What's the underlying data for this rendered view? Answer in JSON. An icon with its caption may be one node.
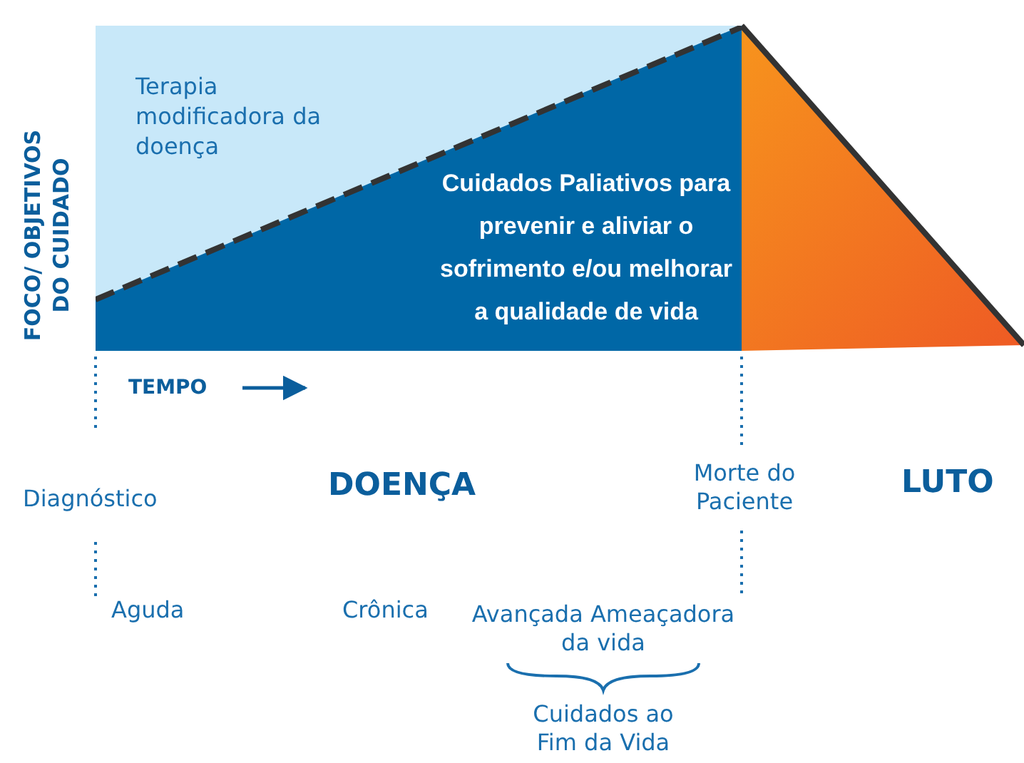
{
  "diagram": {
    "nodes": [
      {
        "text": [
          "Terapia modificadora da doença"
        ]
      },
      {
        "text": [
          "Cuidados Paliativos para prevenir e aliviar o sofrimento e/ou melhorar a qualidade de vida"
        ],
        "in": 0
      }
    ],
    "edges": [],
    "labels": [
      "FOCO/ OBJETIVOS DO CUIDADO",
      "TEMPO",
      "Diagnóstico",
      "DOENÇA",
      "Morte do Paciente",
      "LUTO",
      "Aguda",
      "Crônica",
      "Avançada Ameaçadora da vida",
      "Cuidados ao Fim da Vida"
    ]
  }
}
